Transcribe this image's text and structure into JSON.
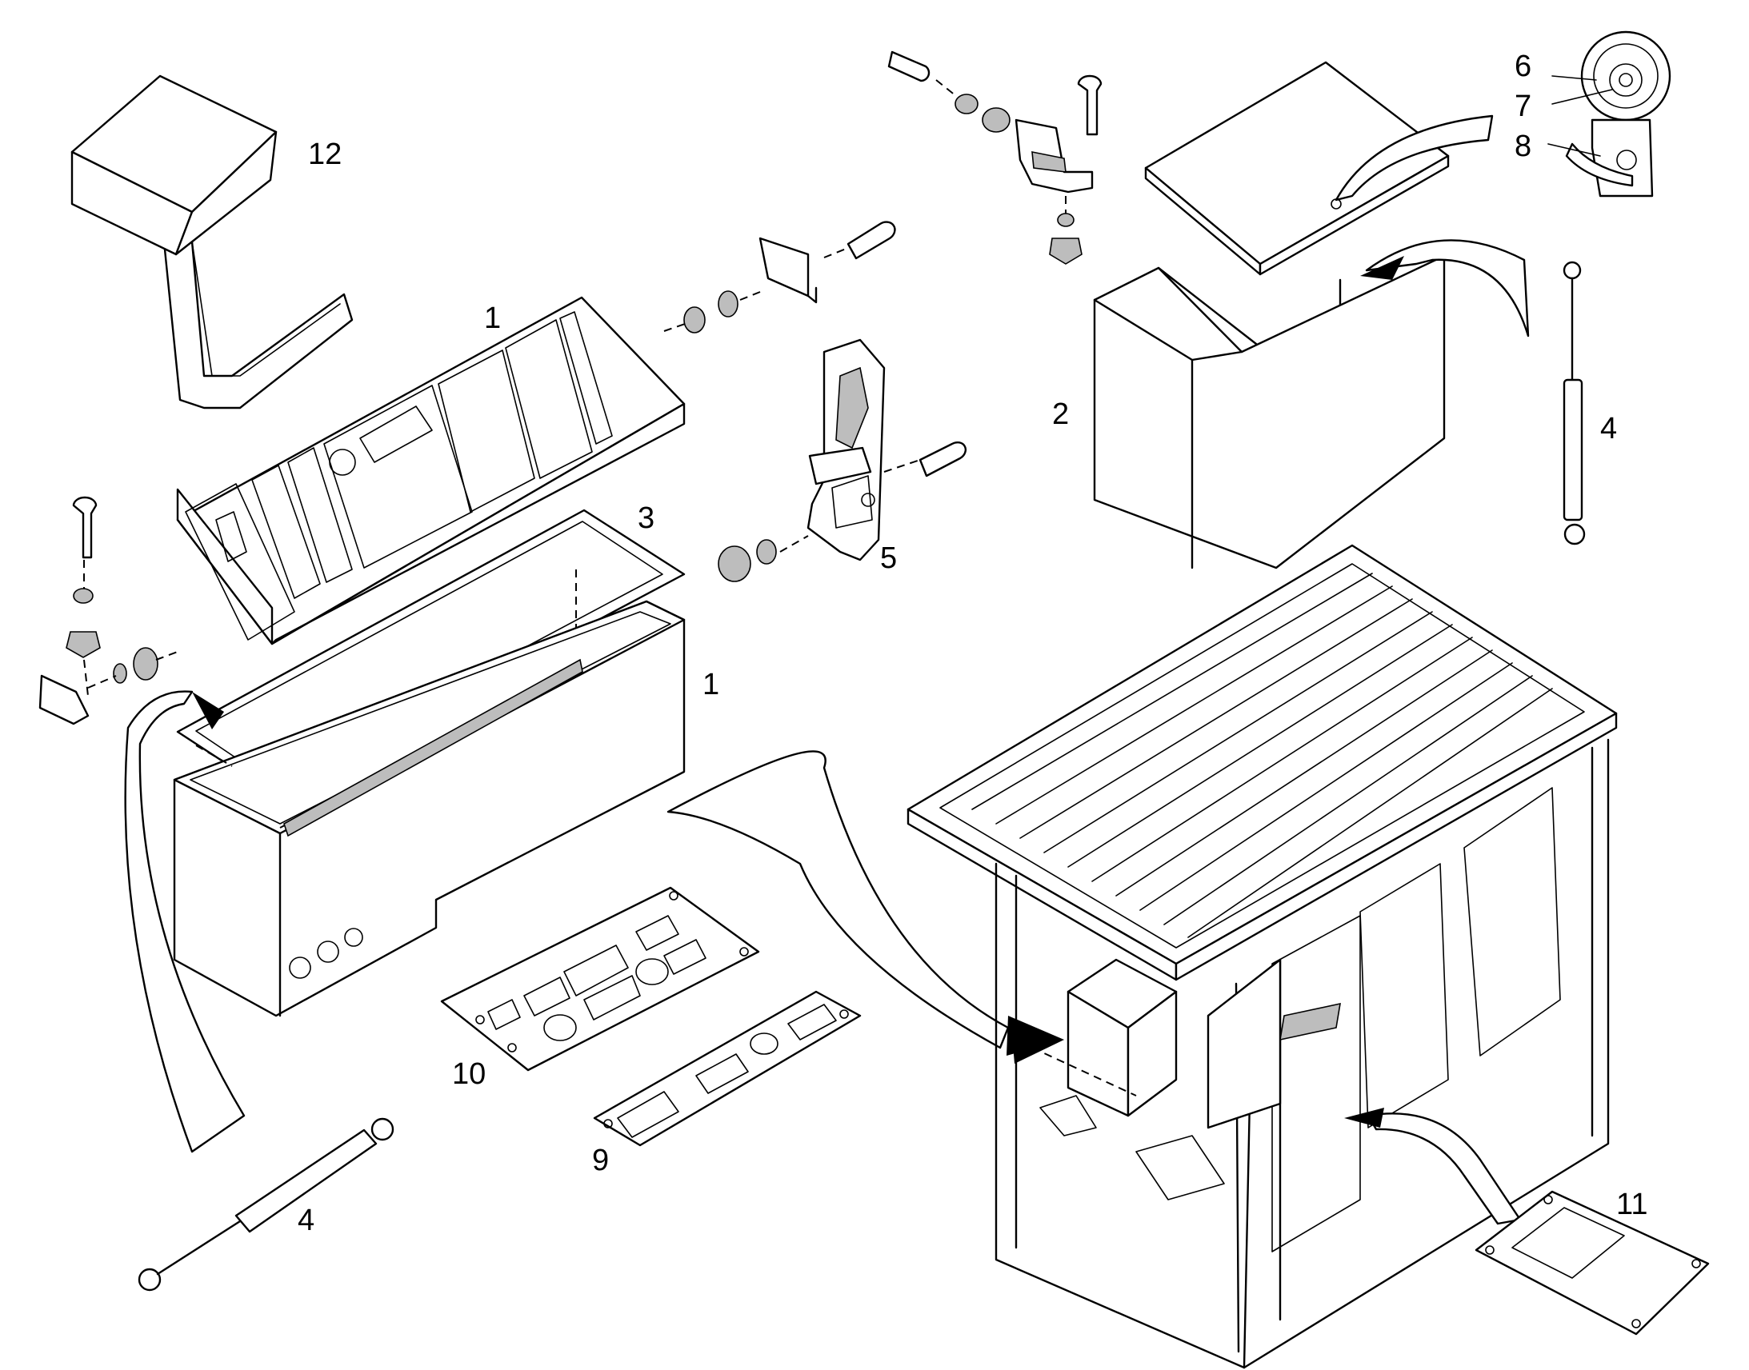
{
  "callouts": {
    "c1_top": "1",
    "c1_side": "1",
    "c2": "2",
    "c3": "3",
    "c4_right": "4",
    "c4_bottom": "4",
    "c5": "5",
    "c6": "6",
    "c7": "7",
    "c8": "8",
    "c9": "9",
    "c10": "10",
    "c11": "11",
    "c12": "12"
  },
  "colors": {
    "ink": "#000000",
    "paper": "#ffffff",
    "shade": "#bdbdbd"
  }
}
